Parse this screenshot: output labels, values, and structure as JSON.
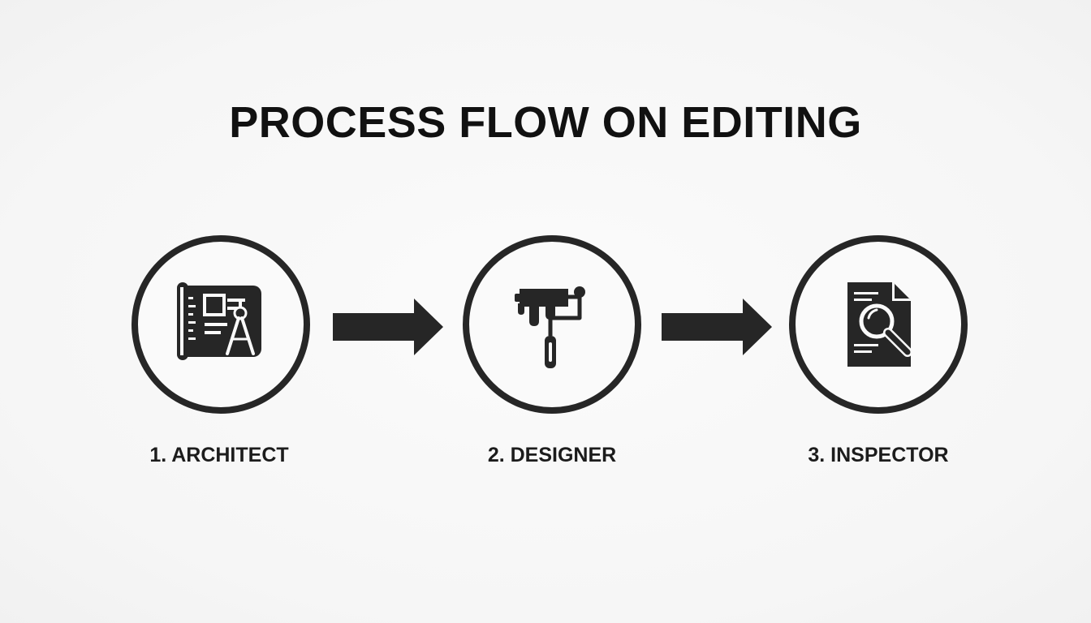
{
  "title": "PROCESS FLOW ON EDITING",
  "colors": {
    "ink": "#262626",
    "background": "#f7f7f7"
  },
  "steps": [
    {
      "label": "1. ARCHITECT",
      "icon": "blueprint-compass-icon"
    },
    {
      "label": "2. DESIGNER",
      "icon": "paint-roller-icon"
    },
    {
      "label": "3. INSPECTOR",
      "icon": "document-magnifier-icon"
    }
  ],
  "connectors": [
    {
      "from": "1. ARCHITECT",
      "to": "2. DESIGNER",
      "icon": "arrow-right-icon"
    },
    {
      "from": "2. DESIGNER",
      "to": "3. INSPECTOR",
      "icon": "arrow-right-icon"
    }
  ]
}
